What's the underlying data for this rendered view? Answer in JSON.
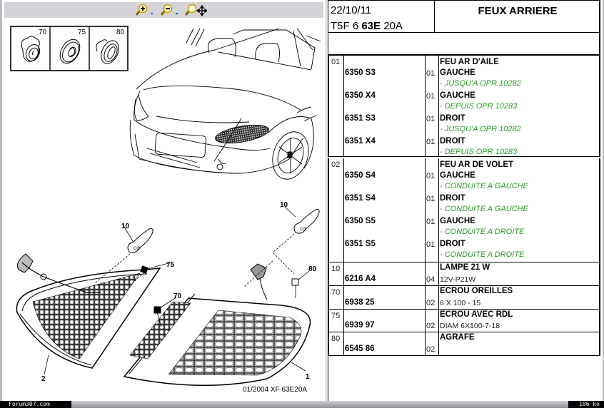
{
  "toolbar": {
    "buttons": [
      {
        "name": "zoom-in",
        "icon": "magnifier-plus-icon"
      },
      {
        "name": "zoom-out",
        "icon": "magnifier-minus-icon"
      },
      {
        "name": "pan-zoom",
        "icon": "magnifier-move-icon"
      }
    ]
  },
  "drawing": {
    "inset_labels": [
      "70",
      "75",
      "80"
    ],
    "callouts": {
      "bulb_left": "10",
      "bulb_right": "10",
      "nut_75": "75",
      "nut_70": "70",
      "clip_80": "80",
      "lamp_2": "2",
      "lamp_1": "1"
    },
    "reference": "01/2004   XF 63E20A"
  },
  "header": {
    "date": "22/10/11",
    "code_prefix": "T5F 6 ",
    "code_bold": "63E",
    "code_suffix": " 20A",
    "title": "FEUX ARRIERE"
  },
  "parts": [
    {
      "ref": "01",
      "title": "FEU AR D'AILE",
      "lines": [
        {
          "pn": "6350 S3",
          "qty": "01",
          "desc": "GAUCHE",
          "note": "- JUSQU'A OPR 10282"
        },
        {
          "pn": "6350 X4",
          "qty": "01",
          "desc": "GAUCHE",
          "note": "- DEPUIS OPR 10283"
        },
        {
          "pn": "6351 S3",
          "qty": "01",
          "desc": "DROIT",
          "note": "- JUSQU'A OPR 10282"
        },
        {
          "pn": "6351 X4",
          "qty": "01",
          "desc": "DROIT",
          "note": "- DEPUIS OPR 10283"
        }
      ]
    },
    {
      "ref": "02",
      "title": "FEU AR DE VOLET",
      "lines": [
        {
          "pn": "6350 S4",
          "qty": "01",
          "desc": "GAUCHE",
          "note": "- CONDUITE A GAUCHE"
        },
        {
          "pn": "6351 S4",
          "qty": "01",
          "desc": "DROIT",
          "note": "- CONDUITE A GAUCHE"
        },
        {
          "pn": "6350 S5",
          "qty": "01",
          "desc": "GAUCHE",
          "note": "- CONDUITE A DROITE"
        },
        {
          "pn": "6351 S5",
          "qty": "01",
          "desc": "DROIT",
          "note": "- CONDUITE A DROITE"
        }
      ]
    },
    {
      "ref": "10",
      "title": "LAMPE 21 W",
      "pn": "6216 A4",
      "qty": "04",
      "spec": "12V-P21W"
    },
    {
      "ref": "70",
      "title": "ECROU OREILLES",
      "pn": "6938 25",
      "qty": "02",
      "spec": "6 X 100 - 15"
    },
    {
      "ref": "75",
      "title": "ECROU AVEC RDL",
      "pn": "6939 97",
      "qty": "02",
      "spec": "DIAM 6X100-7-18"
    },
    {
      "ref": "80",
      "title": "AGRAFE",
      "pn": "6545 86",
      "qty": "02",
      "spec": ""
    }
  ],
  "status": {
    "site": "Forum307.com",
    "size": "106 ko"
  }
}
